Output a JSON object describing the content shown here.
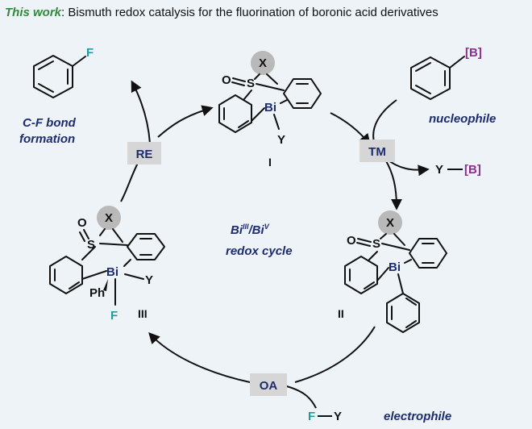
{
  "header": {
    "prefix": "This work",
    "text": ": Bismuth redox catalysis for the fluorination of boronic acid derivatives"
  },
  "steps": {
    "re": "RE",
    "tm": "TM",
    "oa": "OA"
  },
  "labels": {
    "cf_line1": "C-F bond",
    "cf_line2": "formation",
    "nucleophile": "nucleophile",
    "electrophile": "electrophile",
    "redox_line2": "redox cycle"
  },
  "redox": {
    "bi": "Bi",
    "sup3": "III",
    "sep": "/Bi",
    "sup5": "V"
  },
  "compounds": {
    "I": "I",
    "II": "II",
    "III": "III"
  },
  "atoms": {
    "F": "F",
    "B": "[B]",
    "X": "X",
    "O": "O",
    "S": "S",
    "Bi": "Bi",
    "Y": "Y",
    "Ph": "Ph",
    "dash": "—"
  },
  "colors": {
    "blue": "#1c2c6e",
    "green": "#2f8b3a",
    "teal": "#1f9d9a",
    "purple": "#8a2f8e",
    "box": "#d6d6d6",
    "x_circle": "#b9b9b9"
  }
}
